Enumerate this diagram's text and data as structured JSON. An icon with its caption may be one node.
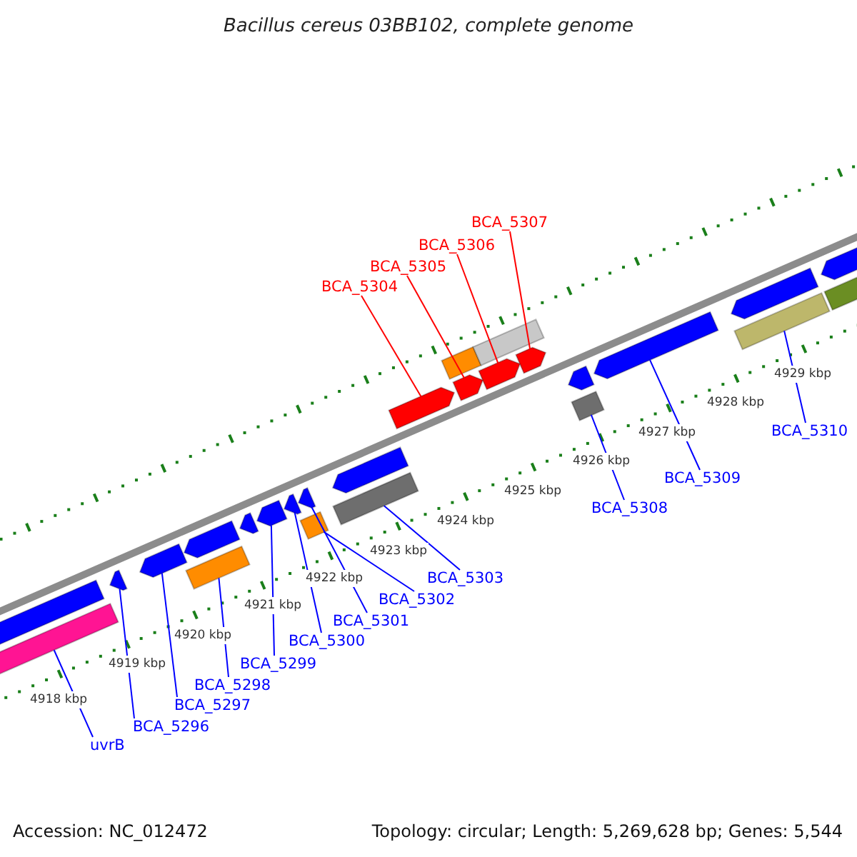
{
  "diagram": {
    "title": "Bacillus cereus 03BB102, complete genome",
    "nodes": [
      {
        "text": [
          "uvrB"
        ]
      },
      {
        "text": [
          "BCA_5296"
        ]
      },
      {
        "text": [
          "BCA_5297"
        ]
      },
      {
        "text": [
          "BCA_5298"
        ]
      },
      {
        "text": [
          "BCA_5299"
        ]
      },
      {
        "text": [
          "BCA_5300"
        ]
      },
      {
        "text": [
          "BCA_5301"
        ]
      },
      {
        "text": [
          "BCA_5302"
        ]
      },
      {
        "text": [
          "BCA_5303"
        ]
      },
      {
        "text": [
          "BCA_5304"
        ]
      },
      {
        "text": [
          "BCA_5305"
        ]
      },
      {
        "text": [
          "BCA_5306"
        ]
      },
      {
        "text": [
          "BCA_5307"
        ]
      },
      {
        "text": [
          "BCA_5308"
        ]
      },
      {
        "text": [
          "BCA_5309"
        ]
      },
      {
        "text": [
          "BCA_5310"
        ]
      },
      {
        "text": [],
        "shape": "bar"
      },
      {
        "text": [],
        "shape": "bar"
      },
      {
        "text": [],
        "shape": "bar"
      },
      {
        "text": [],
        "shape": "bar"
      },
      {
        "text": [],
        "shape": "bar"
      },
      {
        "text": [],
        "shape": "bar"
      },
      {
        "text": [],
        "shape": "bar"
      },
      {
        "text": [],
        "shape": "bar"
      },
      {
        "text": [],
        "shape": "bar"
      },
      {
        "text": [],
        "shape": "bar"
      },
      {
        "text": [],
        "shape": "bar"
      },
      {
        "text": [],
        "shape": "bar"
      },
      {
        "text": [],
        "shape": "bar"
      },
      {
        "text": [],
        "shape": "bar"
      },
      {
        "text": [],
        "shape": "bar"
      },
      {
        "text": [],
        "shape": "bar"
      },
      {
        "text": [],
        "shape": "bar"
      },
      {
        "text": [],
        "shape": "bar"
      },
      {
        "text": [],
        "shape": "bar"
      },
      {
        "text": [],
        "shape": "bar"
      },
      {
        "text": [],
        "shape": "bar"
      },
      {
        "text": [],
        "shape": "bar"
      },
      {
        "text": [],
        "shape": "bar"
      },
      {
        "text": [],
        "shape": "bar"
      },
      {
        "text": [],
        "shape": "bar"
      },
      {
        "text": [],
        "shape": "bar"
      }
    ],
    "edges": [
      {
        "from": 0,
        "to": 17,
        "arrow": "none"
      },
      {
        "from": 1,
        "to": 18,
        "arrow": "none"
      },
      {
        "from": 2,
        "to": 19,
        "arrow": "none"
      },
      {
        "from": 3,
        "to": 21,
        "arrow": "none"
      },
      {
        "from": 4,
        "to": 23,
        "arrow": "none"
      },
      {
        "from": 5,
        "to": 24,
        "arrow": "none"
      },
      {
        "from": 6,
        "to": 25,
        "arrow": "none"
      },
      {
        "from": 7,
        "to": 26,
        "arrow": "none"
      },
      {
        "from": 8,
        "to": 28,
        "arrow": "none"
      },
      {
        "from": 9,
        "to": 29,
        "arrow": "none",
        "color": "#ff0000"
      },
      {
        "from": 10,
        "to": 31,
        "arrow": "none",
        "color": "#ff0000"
      },
      {
        "from": 11,
        "to": 33,
        "arrow": "none",
        "color": "#ff0000"
      },
      {
        "from": 12,
        "to": 34,
        "arrow": "none",
        "color": "#ff0000"
      },
      {
        "from": 13,
        "to": 36,
        "arrow": "none"
      },
      {
        "from": 14,
        "to": 37,
        "arrow": "none"
      },
      {
        "from": 15,
        "to": 39,
        "arrow": "none"
      }
    ],
    "labels": [
      "4918 kbp",
      "4919 kbp",
      "4920 kbp",
      "4921 kbp",
      "4922 kbp",
      "4923 kbp",
      "4924 kbp",
      "4925 kbp",
      "4926 kbp",
      "4927 kbp",
      "4928 kbp",
      "4929 kbp",
      "Accession: NC_012472",
      "Topology: circular; Length: 5,269,628 bp; Genes: 5,544"
    ]
  }
}
